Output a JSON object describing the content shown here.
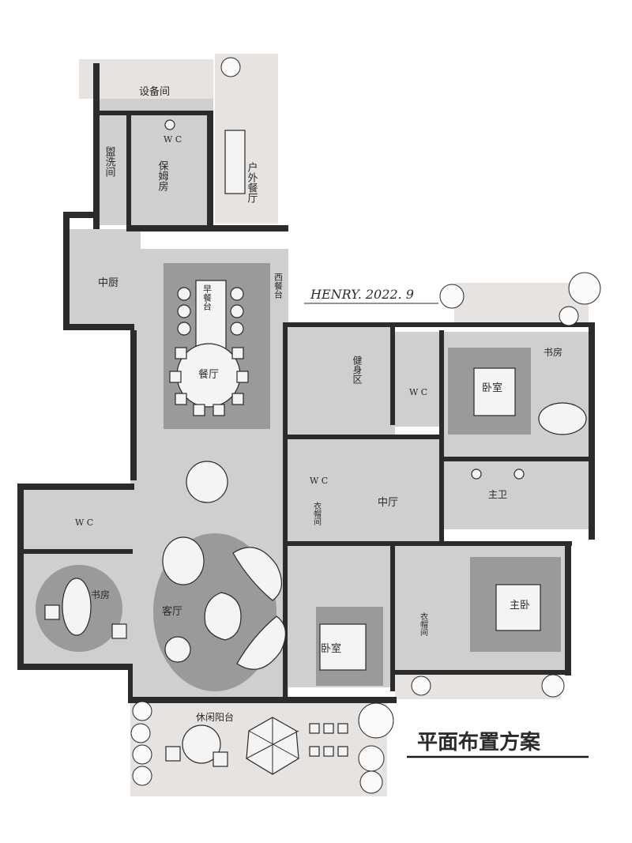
{
  "header": {
    "signature": "HENRY. 2022. 9"
  },
  "title": "平面布置方案",
  "rooms": {
    "equipment": "设备间",
    "laundry": "盥洗间",
    "nanny": "保姆房",
    "wc_top": "W C",
    "outdoor_dining": "户外餐厅",
    "chinese_kitchen": "中厨",
    "western_counter": "西餐台",
    "island": "早餐台",
    "dining": "餐厅",
    "gym": "健身区",
    "wc_mid": "W C",
    "bedroom_right": "卧室",
    "study_right": "书房",
    "middle_hall": "中厅",
    "master_bath": "主卫",
    "wc_guest": "W C",
    "closet_left": "衣帽间",
    "closet_right": "衣帽间",
    "master_bed": "主卧",
    "wc_left": "W C",
    "study_left": "书房",
    "living": "客厅",
    "bedroom_bottom": "卧室",
    "balcony": "休闲阳台"
  },
  "colors": {
    "room_fill": "#cfcfcf",
    "wall": "#2b2b2b",
    "rug": "#9a9a9a",
    "terrace": "#e6e3e0"
  }
}
